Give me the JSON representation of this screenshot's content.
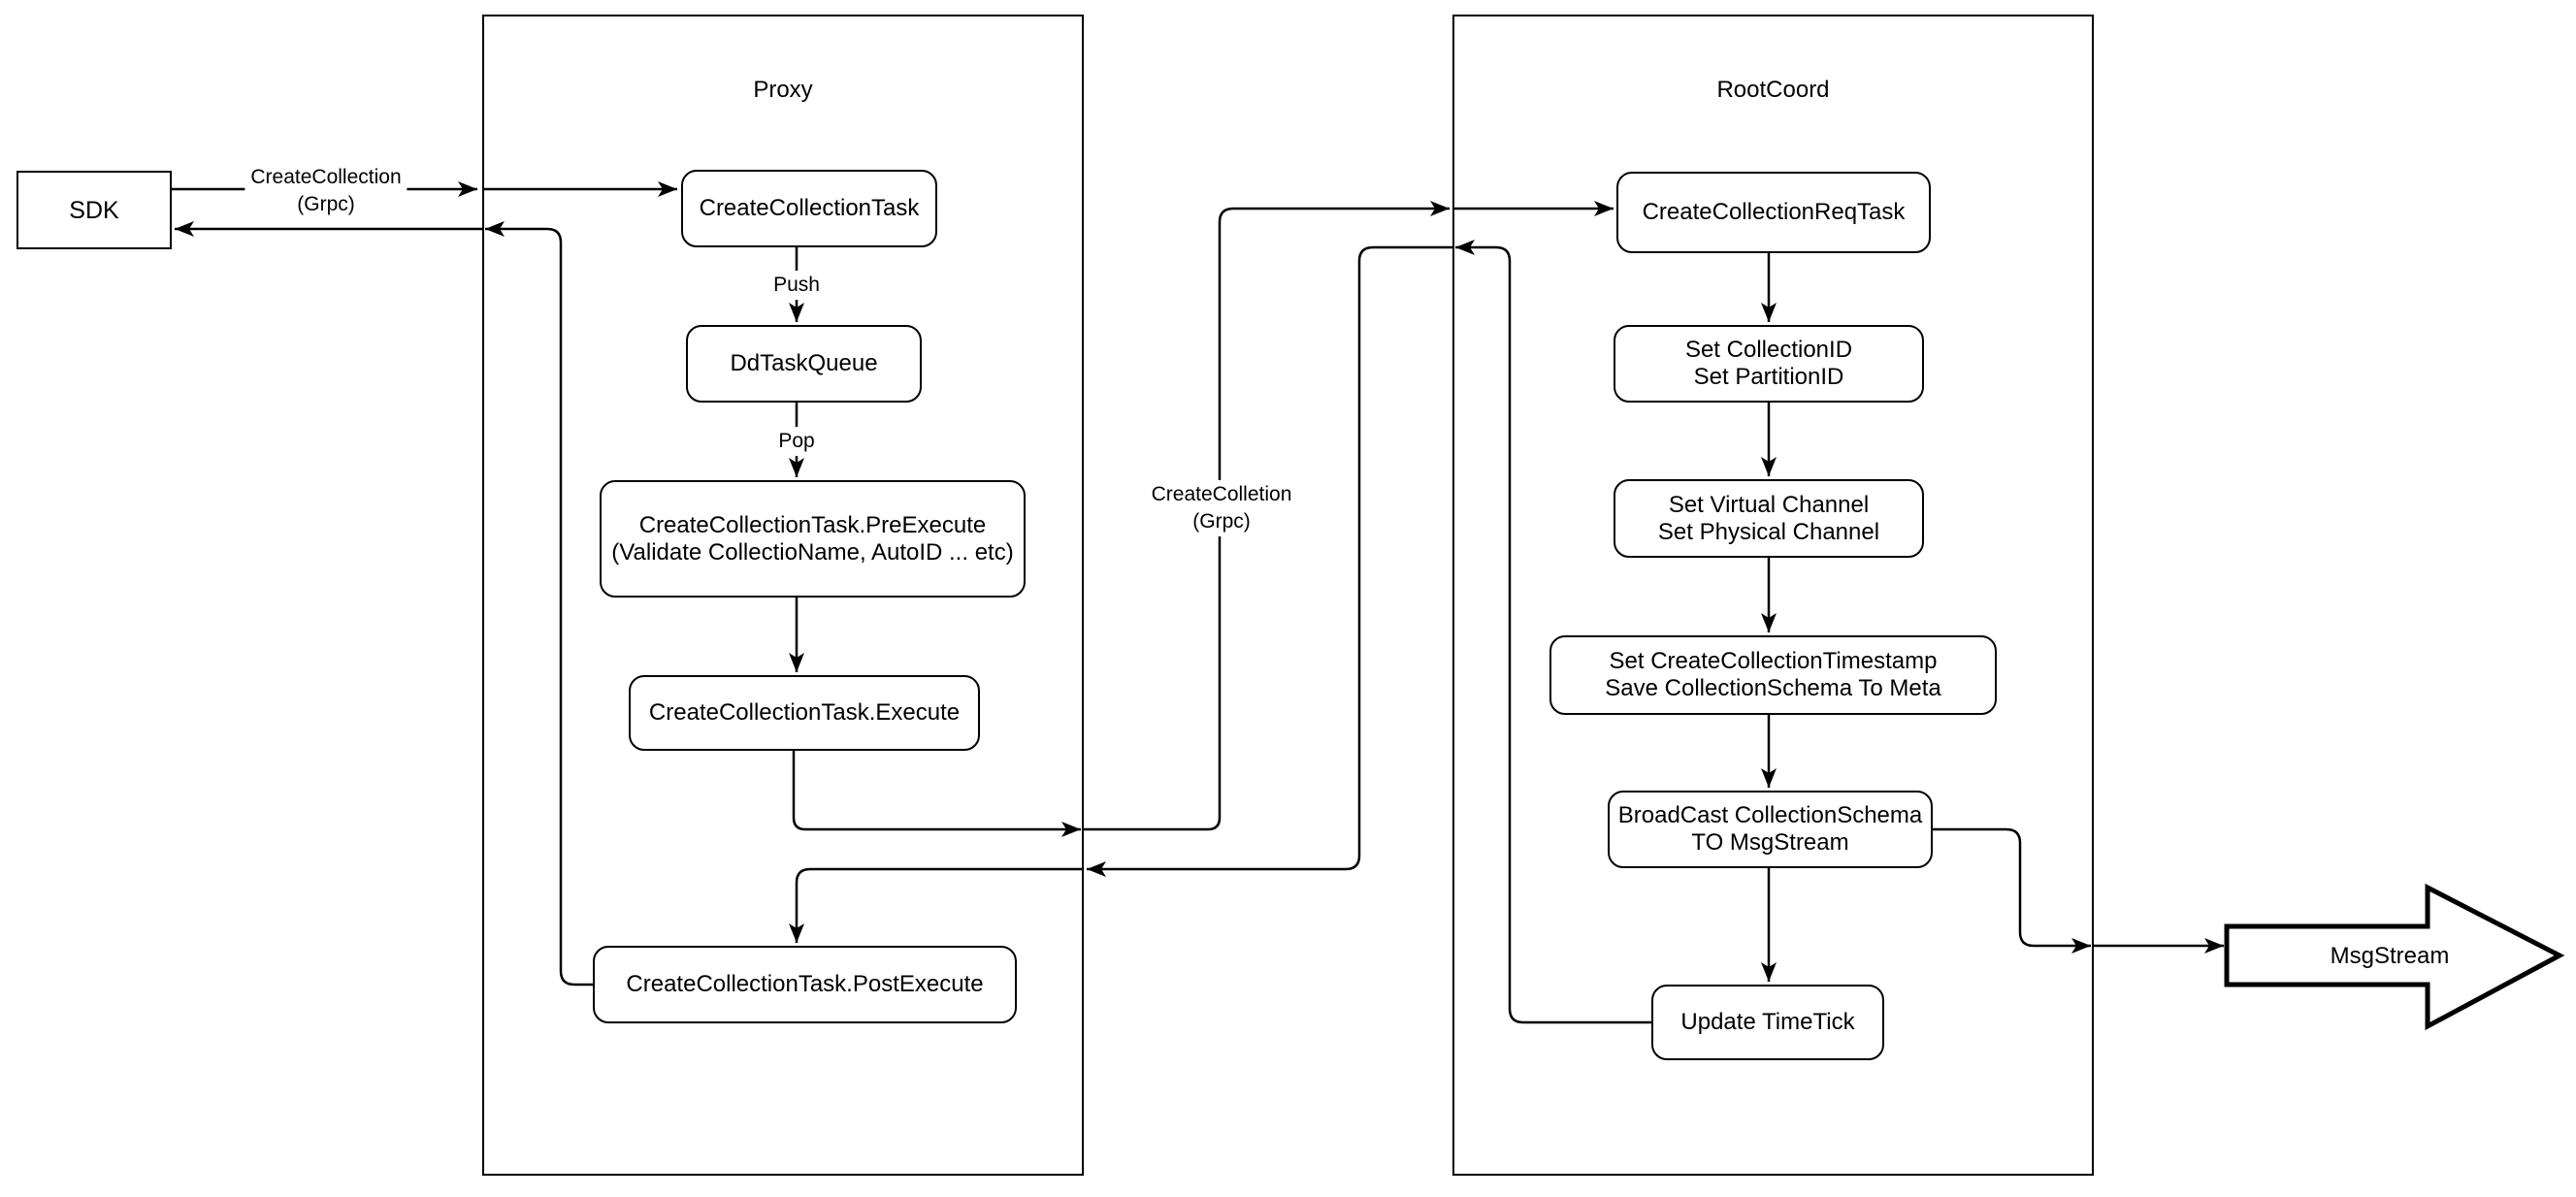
{
  "diagram": {
    "sdk": {
      "label": "SDK"
    },
    "proxy": {
      "title": "Proxy",
      "create_collection_task": "CreateCollectionTask",
      "dd_task_queue": "DdTaskQueue",
      "pre_execute_line1": "CreateCollectionTask.PreExecute",
      "pre_execute_line2": "(Validate CollectioName, AutoID ... etc)",
      "execute": "CreateCollectionTask.Execute",
      "post_execute": "CreateCollectionTask.PostExecute"
    },
    "rootcoord": {
      "title": "RootCoord",
      "req_task": "CreateCollectionReqTask",
      "set_ids_line1": "Set CollectionID",
      "set_ids_line2": "Set PartitionID",
      "set_channels_line1": "Set Virtual Channel",
      "set_channels_line2": "Set Physical Channel",
      "set_timestamp_line1": "Set CreateCollectionTimestamp",
      "set_timestamp_line2": "Save CollectionSchema To Meta",
      "broadcast_line1": "BroadCast CollectionSchema",
      "broadcast_line2": "TO MsgStream",
      "update_timetick": "Update TimeTick"
    },
    "edge_labels": {
      "sdk_to_proxy_line1": "CreateCollection",
      "sdk_to_proxy_line2": "(Grpc)",
      "push": "Push",
      "pop": "Pop",
      "proxy_to_rootcoord_line1": "CreateColletion",
      "proxy_to_rootcoord_line2": "(Grpc)"
    },
    "msgstream": {
      "label": "MsgStream"
    },
    "colors": {
      "stroke": "#000000",
      "background": "#ffffff"
    }
  }
}
